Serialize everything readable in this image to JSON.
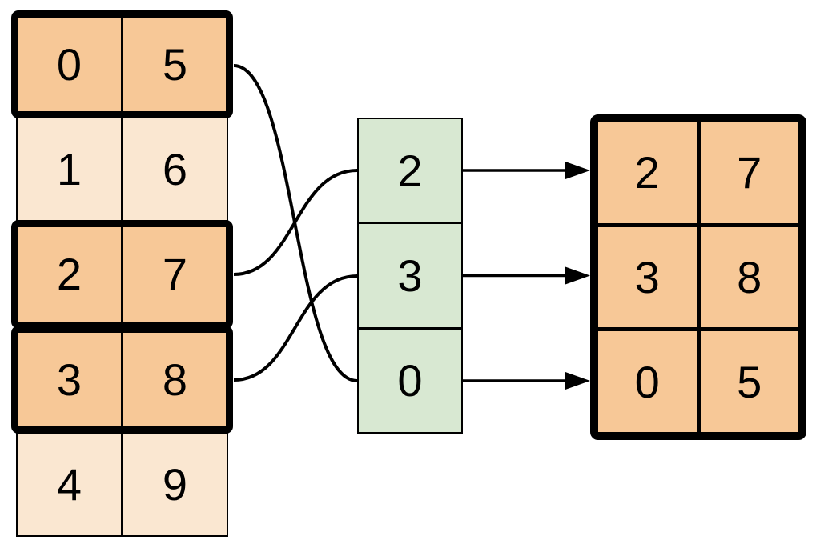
{
  "diagram": {
    "description": "row gather: source table rows selected by index column into result table",
    "source_table": {
      "rows": [
        {
          "left": "0",
          "right": "5",
          "highlighted": true
        },
        {
          "left": "1",
          "right": "6",
          "highlighted": false
        },
        {
          "left": "2",
          "right": "7",
          "highlighted": true
        },
        {
          "left": "3",
          "right": "8",
          "highlighted": true
        },
        {
          "left": "4",
          "right": "9",
          "highlighted": false
        }
      ]
    },
    "index_column": {
      "values": [
        "2",
        "3",
        "0"
      ]
    },
    "result_table": {
      "rows": [
        {
          "left": "2",
          "right": "7"
        },
        {
          "left": "3",
          "right": "8"
        },
        {
          "left": "0",
          "right": "5"
        }
      ]
    },
    "colors": {
      "highlight_fill": "#F7C897",
      "plain_fill": "#FAE7D1",
      "index_fill": "#D8E8D2",
      "line": "#000000"
    }
  }
}
